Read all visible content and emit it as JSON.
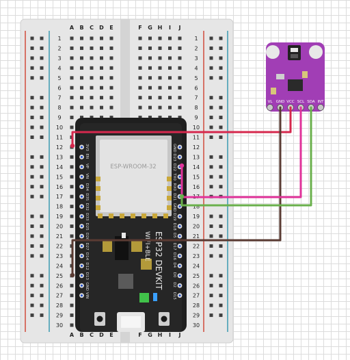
{
  "breadboard": {
    "columns_left": [
      "A",
      "B",
      "C",
      "D",
      "E"
    ],
    "columns_right": [
      "F",
      "G",
      "H",
      "I",
      "J"
    ],
    "rows": [
      "1",
      "2",
      "3",
      "4",
      "5",
      "6",
      "7",
      "8",
      "9",
      "10",
      "11",
      "12",
      "13",
      "14",
      "15",
      "16",
      "17",
      "18",
      "19",
      "20",
      "21",
      "22",
      "23",
      "24",
      "25",
      "26",
      "27",
      "28",
      "29",
      "30"
    ]
  },
  "esp32": {
    "chip_label": "ESP-WROOM-32",
    "board_label_line1": "ESP32 DEVKIT",
    "board_label_line2": "WIFI+BLE",
    "left_pins": [
      "3V3",
      "EN",
      "VP",
      "VN",
      "D34",
      "D35",
      "D32",
      "D33",
      "D25",
      "D26",
      "D27",
      "D14",
      "D12",
      "D13",
      "GND",
      "VIN"
    ],
    "right_pins": [
      "GND",
      "D23",
      "D22",
      "TX0",
      "RX0",
      "D21",
      "GND",
      "D19",
      "D18",
      "D5",
      "D17",
      "D16",
      "D4",
      "D0",
      "D2",
      "D15"
    ]
  },
  "sensor": {
    "pin_labels": [
      "VL",
      "GND",
      "VCC",
      "SCL",
      "SDA",
      "INT"
    ]
  },
  "wires": [
    {
      "name": "vcc-wire",
      "color": "#d6284d"
    },
    {
      "name": "gnd-wire",
      "color": "#5a3b33"
    },
    {
      "name": "scl-wire",
      "color": "#e0339a"
    },
    {
      "name": "sda-wire",
      "color": "#6ab04c"
    }
  ]
}
